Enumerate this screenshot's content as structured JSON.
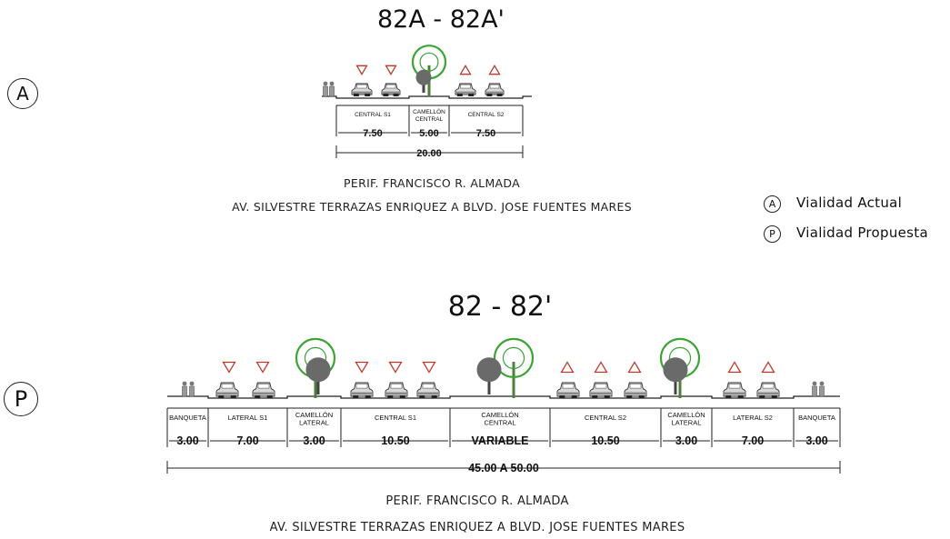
{
  "section_a": {
    "title": "82A - 82A'",
    "marker": "A",
    "segments": [
      {
        "label": [
          "CENTRAL S1"
        ],
        "value": "7.50"
      },
      {
        "label": [
          "CAMELLÓN",
          "CENTRAL"
        ],
        "value": "5.00"
      },
      {
        "label": [
          "CENTRAL S2"
        ],
        "value": "7.50"
      }
    ],
    "total": "20.00",
    "caption_line1": "PERIF. FRANCISCO R. ALMADA",
    "caption_line2": "AV. SILVESTRE TERRAZAS ENRIQUEZ A BLVD. JOSE FUENTES MARES"
  },
  "section_p": {
    "title": "82 - 82'",
    "marker": "P",
    "segments": [
      {
        "label": [
          "BANQUETA"
        ],
        "value": "3.00"
      },
      {
        "label": [
          "LATERAL S1"
        ],
        "value": "7.00"
      },
      {
        "label": [
          "CAMELLÓN",
          "LATERAL"
        ],
        "value": "3.00"
      },
      {
        "label": [
          "CENTRAL S1"
        ],
        "value": "10.50"
      },
      {
        "label": [
          "CAMELLÓN",
          "CENTRAL"
        ],
        "value": "VARIABLE"
      },
      {
        "label": [
          "CENTRAL S2"
        ],
        "value": "10.50"
      },
      {
        "label": [
          "CAMELLÓN",
          "LATERAL"
        ],
        "value": "3.00"
      },
      {
        "label": [
          "LATERAL S2"
        ],
        "value": "7.00"
      },
      {
        "label": [
          "BANQUETA"
        ],
        "value": "3.00"
      }
    ],
    "total": "45.00 A 50.00",
    "caption_line1": "PERIF. FRANCISCO R. ALMADA",
    "caption_line2": "AV. SILVESTRE TERRAZAS ENRIQUEZ A BLVD. JOSE FUENTES MARES"
  },
  "legend": {
    "items": [
      {
        "marker": "A",
        "label": "Vialidad Actual"
      },
      {
        "marker": "P",
        "label": "Vialidad Propuesta"
      }
    ]
  },
  "colors": {
    "line": "#222222",
    "tree_green": "#3aa435",
    "tree_gray": "#6a6a6a",
    "triangle": "#c0392b"
  }
}
